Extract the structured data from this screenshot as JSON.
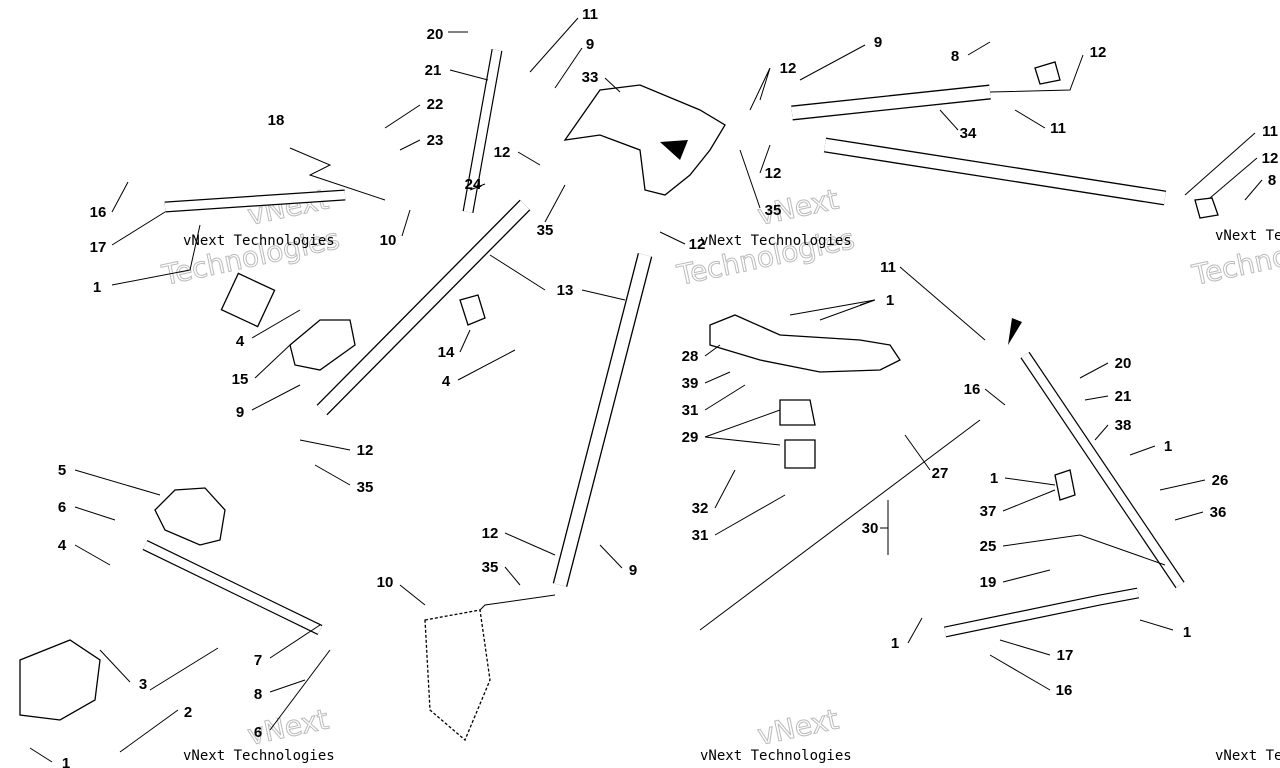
{
  "diagram": {
    "watermark_brand": "vNext",
    "watermark_text": "vNext Technologies",
    "watermark_word": "Technologies",
    "callouts": [
      "20",
      "11",
      "9",
      "33",
      "21",
      "22",
      "23",
      "18",
      "24",
      "12",
      "16",
      "17",
      "10",
      "35",
      "1",
      "13",
      "4",
      "15",
      "9",
      "14",
      "4",
      "12",
      "35",
      "5",
      "6",
      "4",
      "7",
      "3",
      "2",
      "8",
      "6",
      "1",
      "10",
      "12",
      "35",
      "9",
      "12",
      "12",
      "12",
      "35",
      "9",
      "8",
      "12",
      "11",
      "34",
      "11",
      "12",
      "8",
      "1",
      "28",
      "39",
      "31",
      "29",
      "32",
      "31",
      "27",
      "30",
      "11",
      "20",
      "16",
      "21",
      "38",
      "1",
      "1",
      "26",
      "37",
      "36",
      "25",
      "19",
      "1",
      "1",
      "17",
      "16"
    ]
  }
}
